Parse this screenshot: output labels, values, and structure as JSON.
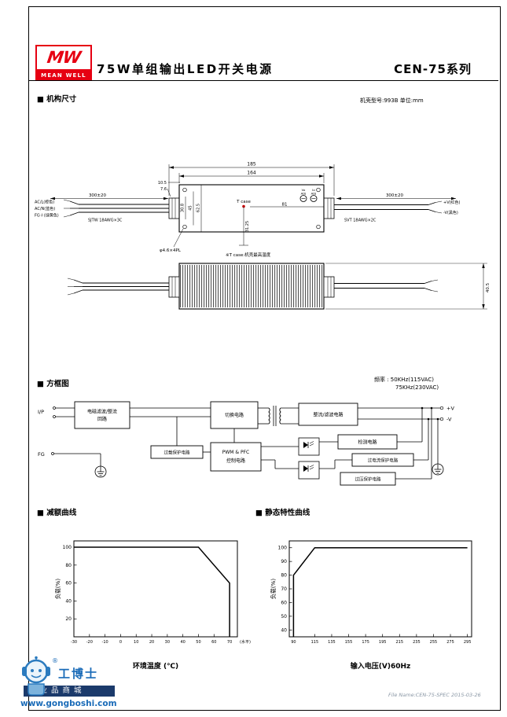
{
  "header": {
    "logo_mw": "MW",
    "logo_meanwell": "MEAN WELL",
    "title": "75W单组输出LED开关电源",
    "series": "CEN-75系列"
  },
  "sections": {
    "mech": {
      "heading": "■ 机构尺寸",
      "case_note": "机壳型号:993B 单位:mm",
      "dims": {
        "overall": "185",
        "body": "164",
        "gland": "10.5",
        "protrude": "7.6",
        "h1": "30.8",
        "h2": "45",
        "h3": "62.5",
        "tcase_offset": "81",
        "tcase_depth": "31.25",
        "side_height": "40.5",
        "cable_left": "300±20",
        "cable_right": "300±20",
        "hole": "φ4.6×4PL"
      },
      "labels": {
        "ac_l": "AC/L(棕色)",
        "ac_n": "AC/N(蓝色)",
        "fg": "FG⏚(绿黄色)",
        "cable_left_type": "SJTW 18AWG×3C",
        "cable_right_type": "SVT 18AWG×2C",
        "v_plus": "+V(红色)",
        "v_minus": "-V(黑色)",
        "t_case": "T case",
        "pot1_line1": "Vo",
        "pot1_line2": "ADJ",
        "pot2_line1": "Io",
        "pot2_line2": "ADJ",
        "t_case_note": "※T case:机壳最高温度"
      }
    },
    "block": {
      "heading": "■ 方框图",
      "freq_line1": "频率 : 50KHz(115VAC)",
      "freq_line2": "75KHz(230VAC)",
      "input": "I/P",
      "fg": "FG",
      "emi_line1": "电磁滤波/整流",
      "emi_line2": "回路",
      "switch": "切换电路",
      "rectifier": "整流/滤波电路",
      "overload": "过载保护电路",
      "pwm_line1": "PWM & PFC",
      "pwm_line2": "控制电路",
      "detect": "检测电路",
      "ocp": "过电流保护电路",
      "ovp": "过压保护电路",
      "v_plus": "+V",
      "v_minus": "-V"
    },
    "derating": {
      "heading": "■ 减额曲线"
    },
    "static": {
      "heading": "■ 静态特性曲线"
    }
  },
  "chart_data": [
    {
      "type": "line",
      "title": "减额曲线",
      "xlabel": "环境温度 (℃)",
      "ylabel": "负载(%)",
      "x_ticks": [
        -30,
        -20,
        -10,
        0,
        10,
        20,
        30,
        40,
        50,
        60,
        70
      ],
      "x_suffix": "(水平)",
      "y_ticks": [
        20,
        40,
        60,
        80,
        100
      ],
      "xlim": [
        -30,
        75
      ],
      "ylim": [
        0,
        107
      ],
      "grid": false,
      "legend": false,
      "series": [
        {
          "name": "load_vs_ambient_temp",
          "points": [
            [
              -30,
              100
            ],
            [
              50,
              100
            ],
            [
              70,
              60
            ],
            [
              70,
              0
            ]
          ]
        }
      ]
    },
    {
      "type": "line",
      "title": "静态特性曲线",
      "xlabel": "输入电压(V)60Hz",
      "ylabel": "负载(%)",
      "x_ticks": [
        90,
        115,
        135,
        155,
        175,
        195,
        215,
        235,
        255,
        275,
        295
      ],
      "y_ticks": [
        40,
        50,
        60,
        70,
        80,
        90,
        100
      ],
      "xlim": [
        85,
        300
      ],
      "ylim": [
        35,
        105
      ],
      "grid": false,
      "legend": false,
      "series": [
        {
          "name": "load_vs_input_voltage",
          "points": [
            [
              90,
              35
            ],
            [
              90,
              80
            ],
            [
              115,
              100
            ],
            [
              295,
              100
            ]
          ]
        }
      ]
    }
  ],
  "footer": {
    "reg_mark": "®",
    "brand": "工博士",
    "brand_sub": "工业品商城",
    "url": "www.gongboshi.com",
    "file_name": "File Name:CEN-75-SPEC  2015-03-26"
  },
  "colors": {
    "accent_red": "#e60012",
    "tcase_dot": "#cc0000",
    "brand_blue": "#1a6bb8",
    "brand_bar": "#1b3a6b"
  }
}
